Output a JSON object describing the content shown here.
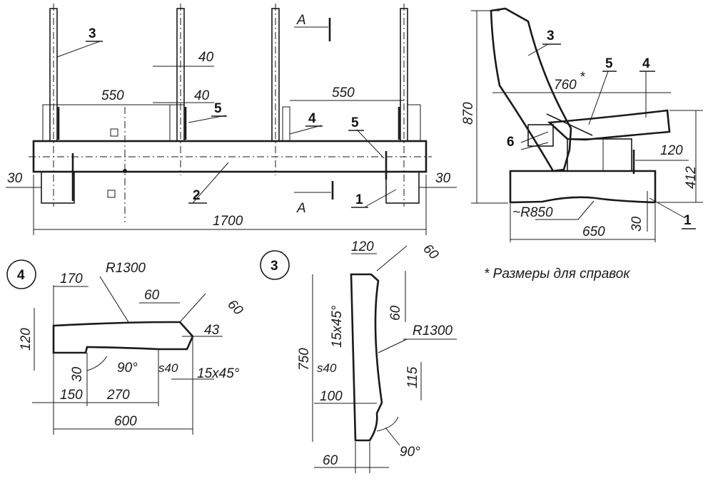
{
  "front_view": {
    "overall_length": "1700",
    "span_left": "550",
    "span_right": "550",
    "end_offset_left": "30",
    "end_offset_right": "30",
    "post_width_top": "40",
    "post_width_mid": "40",
    "section_mark": "A",
    "section_mark_bottom": "A",
    "part_1": "1",
    "part_2": "2",
    "part_3": "3",
    "part_4": "4",
    "part_5_left": "5",
    "part_5_right": "5"
  },
  "side_view": {
    "height": "870",
    "seat_depth": "760",
    "ref_star": "*",
    "seat_height": "412",
    "pad_thickness": "120",
    "radius": "~R850",
    "base_length": "650",
    "base_offset": "30",
    "part_1": "1",
    "part_3": "3",
    "part_4": "4",
    "part_5": "5",
    "part_6": "6"
  },
  "detail_4": {
    "circle_label": "4",
    "radius": "R1300",
    "dim_170": "170",
    "dim_60a": "60",
    "dim_60b": "60",
    "dim_120": "120",
    "dim_43": "43",
    "dim_30": "30",
    "angle_90": "90°",
    "thickness": "s40",
    "chamfer": "15x45°",
    "dim_150": "150",
    "dim_270": "270",
    "dim_600": "600"
  },
  "detail_3": {
    "circle_label": "3",
    "dim_120": "120",
    "dim_60_top": "60",
    "dim_60_side": "60",
    "chamfer": "15x45°",
    "radius": "R1300",
    "height": "750",
    "thickness": "s40",
    "dim_115": "115",
    "dim_100": "100",
    "angle_90": "90°",
    "dim_60_bottom": "60"
  },
  "footnote": "* Размеры для справок"
}
